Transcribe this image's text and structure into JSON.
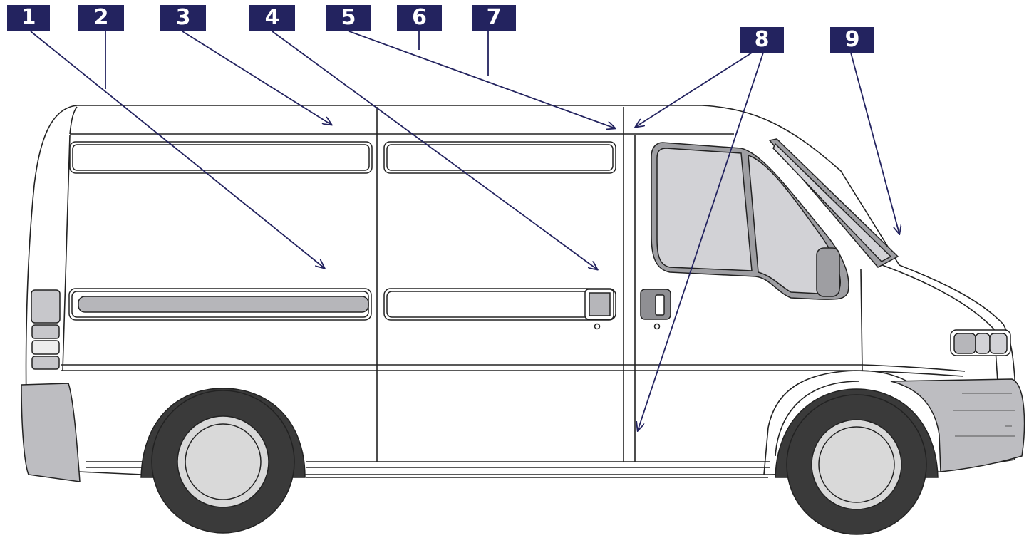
{
  "diagram": {
    "callouts": [
      {
        "id": "c1",
        "label": "1"
      },
      {
        "id": "c2",
        "label": "2"
      },
      {
        "id": "c3",
        "label": "3"
      },
      {
        "id": "c4",
        "label": "4"
      },
      {
        "id": "c5",
        "label": "5"
      },
      {
        "id": "c6",
        "label": "6"
      },
      {
        "id": "c7",
        "label": "7"
      },
      {
        "id": "c8",
        "label": "8"
      },
      {
        "id": "c9",
        "label": "9"
      }
    ]
  },
  "colors": {
    "callout_bg": "#23235f",
    "callout_text": "#ffffff",
    "leader_line": "#23235f",
    "outline": "#222222",
    "glass": "#d2d2d6",
    "trim": "#bdbdc1",
    "tyre": "#3a3a3a",
    "wheel": "#d9d9d9"
  }
}
